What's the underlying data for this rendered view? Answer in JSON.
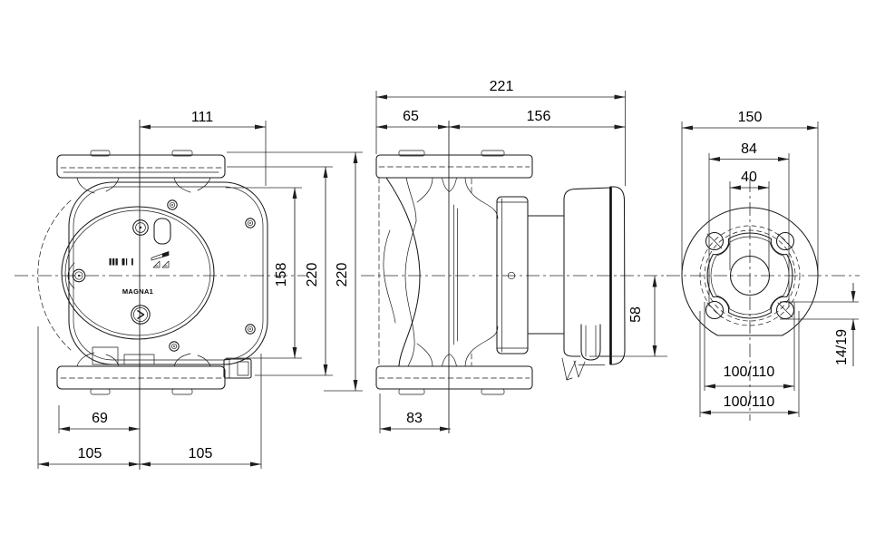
{
  "drawing": {
    "background_color": "#ffffff",
    "line_color": "#1a1a1a",
    "product_label": "MAGNA1",
    "front_panel_icons": [
      "led-bars-icon",
      "pointer-flag-icon",
      "warning-triangles-icon",
      "push-button-icon"
    ]
  },
  "front_view": {
    "dims": {
      "top_width": "111",
      "height_inner": "158",
      "height_mid": "220",
      "height_outer": "220",
      "bottom_inner": "69",
      "bottom_left": "105",
      "bottom_right": "105"
    }
  },
  "side_view": {
    "dims": {
      "total_length": "221",
      "flange_to_axis": "65",
      "axis_to_back": "156",
      "axis_to_box_bottom": "58",
      "base_width": "83"
    }
  },
  "flange_view": {
    "dims": {
      "flange_od": "150",
      "pad_width": "84",
      "bore": "40",
      "bolt_hole": "14/19",
      "bolt_circle_inner": "100/110",
      "bolt_circle_outer": "100/110"
    }
  }
}
